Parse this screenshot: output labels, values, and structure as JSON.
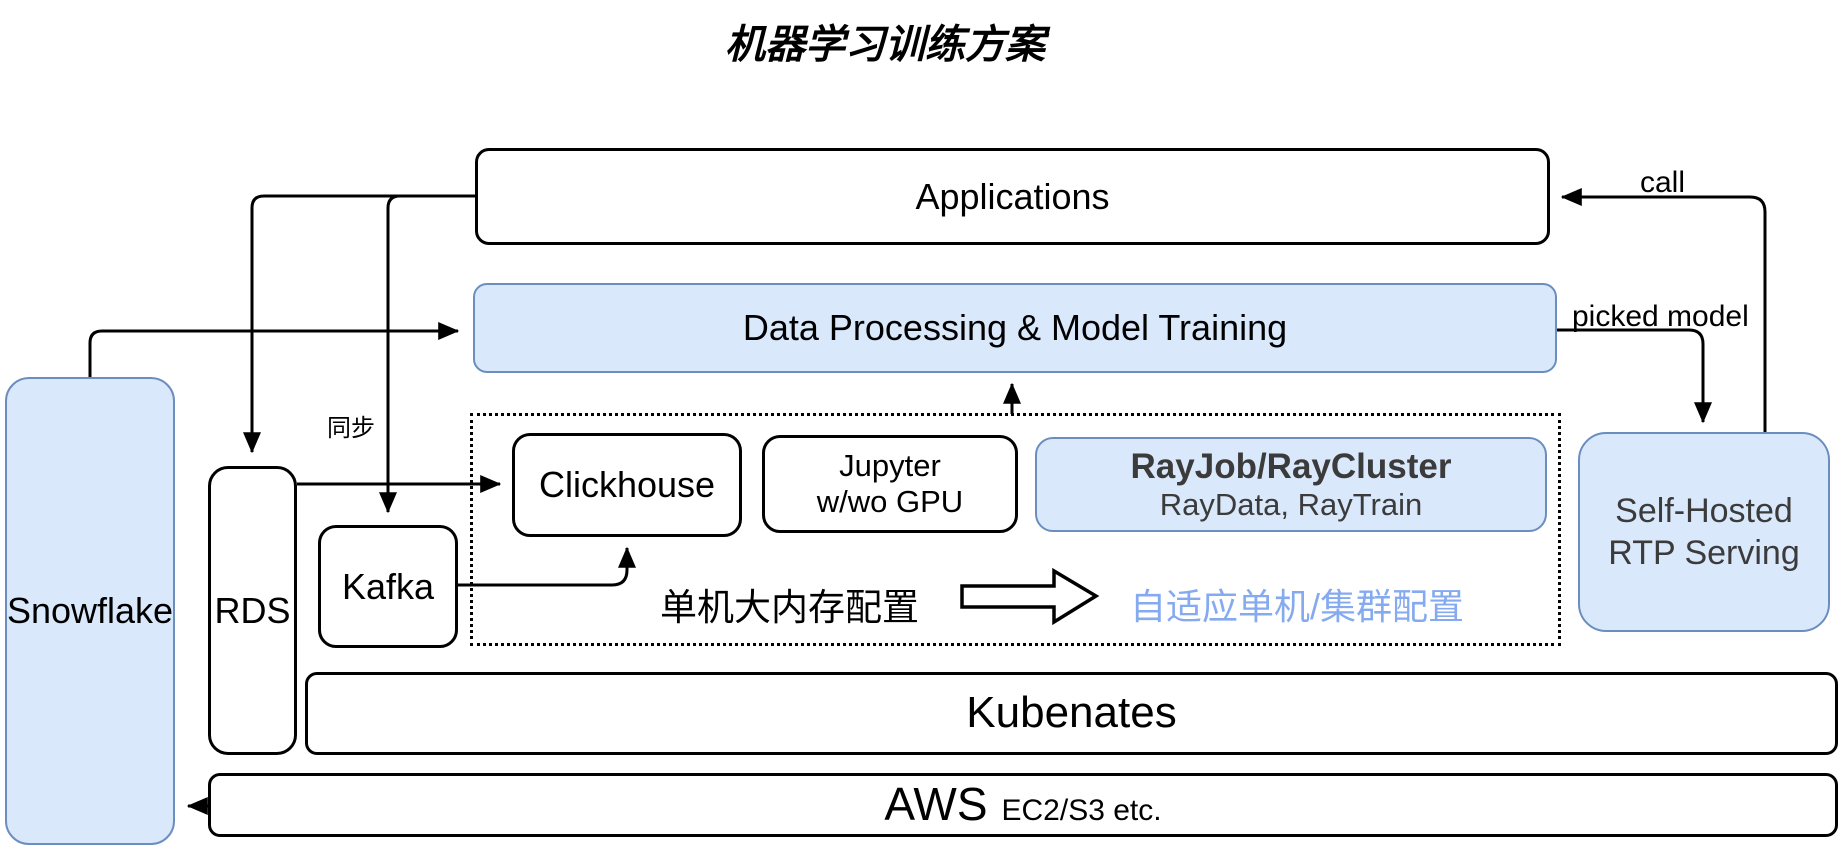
{
  "title": "机器学习训练方案",
  "nodes": {
    "applications": {
      "label": "Applications"
    },
    "data_processing": {
      "label": "Data Processing & Model Training"
    },
    "clickhouse": {
      "label": "Clickhouse"
    },
    "jupyter": {
      "line1": "Jupyter",
      "line2": "w/wo GPU"
    },
    "rayjob": {
      "title": "RayJob/RayCluster",
      "subtitle": "RayData, RayTrain"
    },
    "snowflake": {
      "label": "Snowflake"
    },
    "rds": {
      "label": "RDS"
    },
    "kafka": {
      "label": "Kafka"
    },
    "rtp": {
      "line1": "Self-Hosted",
      "line2": "RTP Serving"
    },
    "kubernetes": {
      "label": "Kubenates"
    },
    "aws": {
      "label": "AWS",
      "suffix": "EC2/S3 etc."
    }
  },
  "edge_labels": {
    "call": "call",
    "picked_model": "picked model",
    "sync": "同步",
    "single_machine": "单机大内存配置",
    "adaptive": "自适应单机/集群配置"
  },
  "colors": {
    "node_fill": "#dae8fc",
    "node_border": "#6c8ebf",
    "line_black": "#000000",
    "dark_text": "#3b3b3b",
    "highlight_text": "#85aaf0"
  }
}
